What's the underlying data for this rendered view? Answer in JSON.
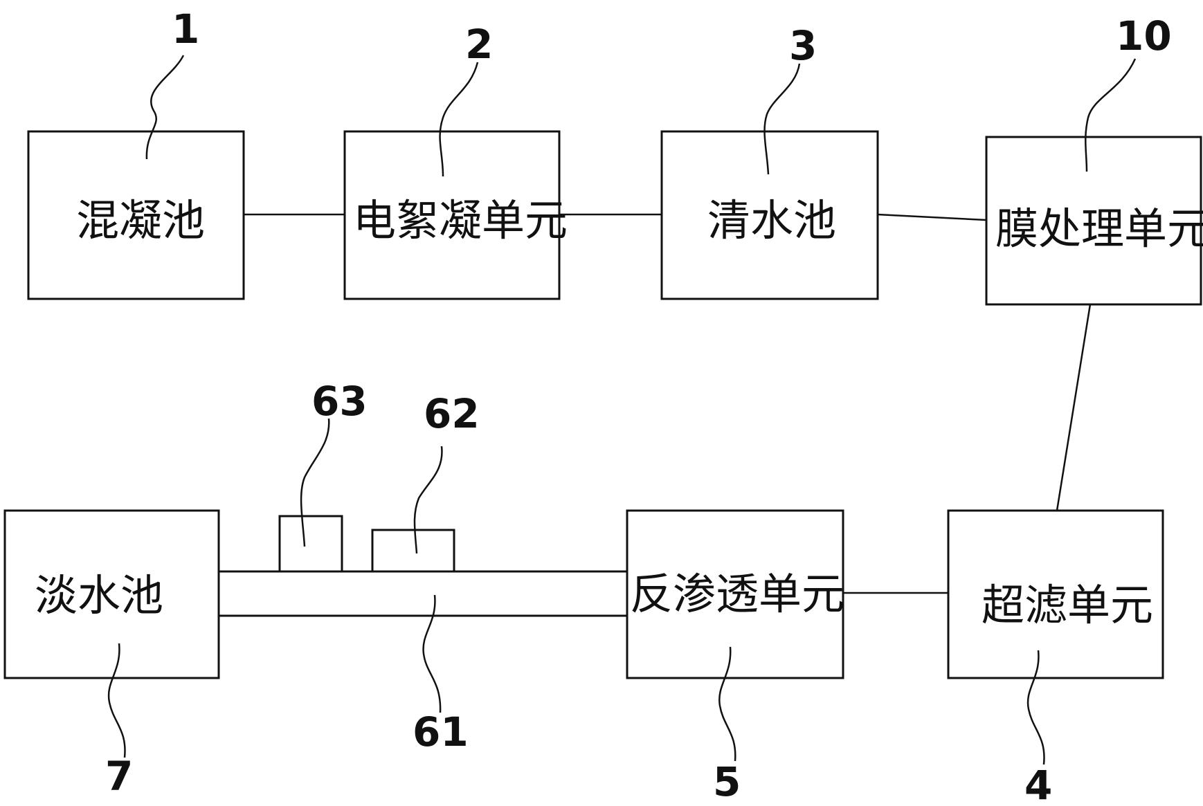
{
  "blocks": {
    "mixing_tank": {
      "number": "1",
      "label": "混凝池"
    },
    "electro_flocculation": {
      "number": "2",
      "label": "电絮凝单元"
    },
    "clear_water_tank": {
      "number": "3",
      "label": "清水池"
    },
    "membrane_unit": {
      "number": "10",
      "label": "膜处理单元"
    },
    "ultrafiltration": {
      "number": "4",
      "label": "超滤单元"
    },
    "reverse_osmosis": {
      "number": "5",
      "label": "反渗透单元"
    },
    "fresh_water_tank": {
      "number": "7",
      "label": "淡水池"
    }
  },
  "pipe": {
    "number": "61"
  },
  "component_62": {
    "number": "62"
  },
  "component_63": {
    "number": "63"
  }
}
